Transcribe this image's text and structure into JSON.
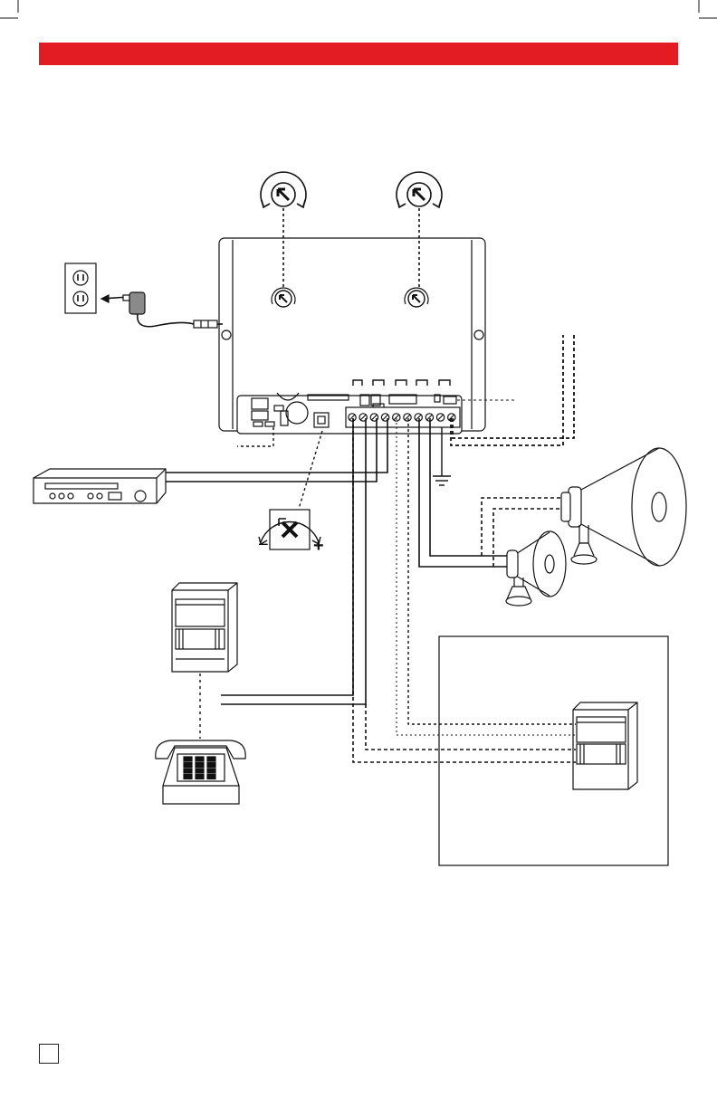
{
  "page": {
    "header_bar_color": "#e31b23",
    "page_number": ""
  },
  "diagram": {
    "knob_minus": "−",
    "knob_plus": "+"
  },
  "icons": [
    "crop-mark",
    "volume-knob-icon",
    "adjust-knob-icon",
    "wall-outlet-icon",
    "power-adapter-icon",
    "amplifier-unit",
    "terminal-strip",
    "tuner-receiver-icon",
    "phone-system-cabinet-icon",
    "telephone-icon",
    "horn-speaker-icon",
    "ground-symbol-icon"
  ]
}
